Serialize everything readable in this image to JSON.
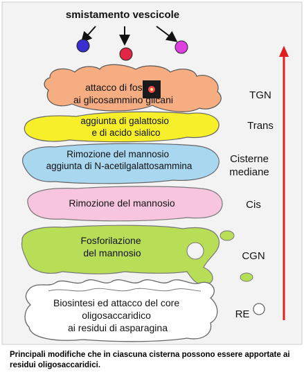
{
  "diagram": {
    "top_label": "smistamento vescicole",
    "vesicle_colors": [
      "#3a2fd0",
      "#e02846",
      "#e040e0"
    ],
    "arrow_color": "#e01e1e",
    "cisternae": [
      {
        "id": "tgn",
        "lines": [
          "attacco di fosfato",
          "ai glicosammino glicani"
        ],
        "side_label": [
          "TGN"
        ],
        "fill": "#f7ad82"
      },
      {
        "id": "trans",
        "lines": [
          "aggiunta di galattosio",
          "e di acido sialico"
        ],
        "side_label": [
          "Trans"
        ],
        "fill": "#f7ef2a"
      },
      {
        "id": "medial",
        "lines": [
          "Rimozione del mannosio",
          "aggiunta di N-acetilgalattosammina"
        ],
        "side_label": [
          "Cisterne",
          "mediane"
        ],
        "fill": "#a9d7ef"
      },
      {
        "id": "cis",
        "lines": [
          "Rimozione del mannosio"
        ],
        "side_label": [
          "Cis"
        ],
        "fill": "#f7c6de"
      },
      {
        "id": "cgn",
        "lines": [
          "Fosforilazione",
          "del mannosio"
        ],
        "side_label": [
          "CGN"
        ],
        "fill": "#b8de58"
      },
      {
        "id": "re",
        "lines": [
          "Biosintesi ed attacco del core",
          "oligosaccaridico",
          "ai residui  di asparagina"
        ],
        "side_label": [
          "RE"
        ],
        "fill": "#ffffff"
      }
    ]
  },
  "caption": "Principali modifiche che in ciascuna cisterna possono essere apportate ai residui oligosaccaridici."
}
